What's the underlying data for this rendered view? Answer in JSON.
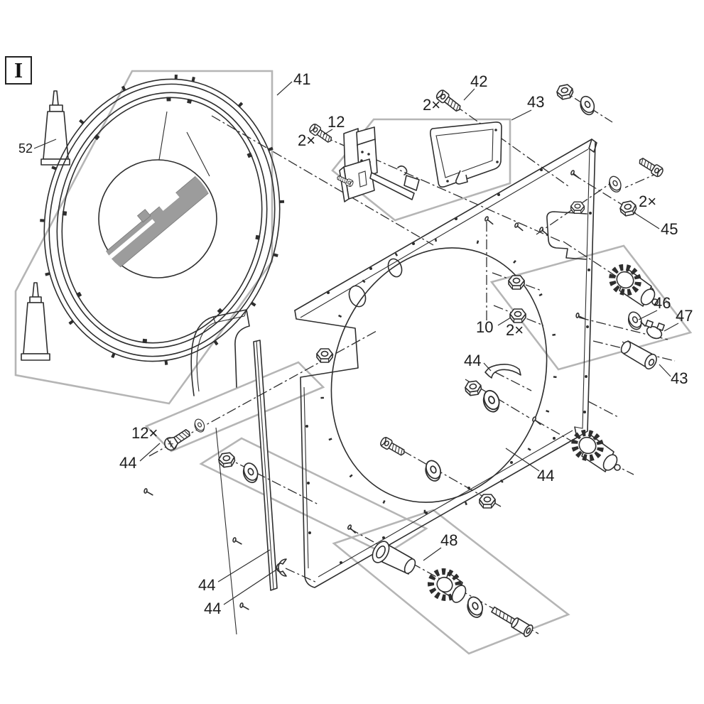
{
  "figure": {
    "type": "exploded-parts-diagram",
    "variant_letter": "I",
    "colors": {
      "line": "#2e2e2e",
      "box_gray": "#b5b5b5",
      "seal_gray": "#9c9c9c",
      "bg": "#ffffff"
    }
  },
  "labels": {
    "variant": "I",
    "l10": "10",
    "l12": "12",
    "l41": "41",
    "l42": "42",
    "l43": "43",
    "l44": "44",
    "l45": "45",
    "l46": "46",
    "l47": "47",
    "l48": "48",
    "l52": "52",
    "qty2": "2×",
    "qty12": "12×"
  },
  "parts": [
    {
      "callout": "41",
      "part": "retaining-ring-with-seal-detail"
    },
    {
      "callout": "52",
      "part": "adhesive-tube"
    },
    {
      "callout": "42",
      "part": "screw",
      "qty": "2×"
    },
    {
      "callout": "12",
      "part": "screw",
      "qty": "2×"
    },
    {
      "callout": "43",
      "part": "cover-and-roller-set"
    },
    {
      "callout": "45",
      "part": "bolt-washer-nut",
      "qty": "2×"
    },
    {
      "callout": "46",
      "part": "gear-motor-washer"
    },
    {
      "callout": "47",
      "part": "clamp"
    },
    {
      "callout": "10",
      "part": "hex-nut",
      "qty": "2×"
    },
    {
      "callout": "44",
      "part": "mounting-hardware",
      "qty": "12×"
    },
    {
      "callout": "48",
      "part": "shaft-gear-bolt-set"
    }
  ]
}
